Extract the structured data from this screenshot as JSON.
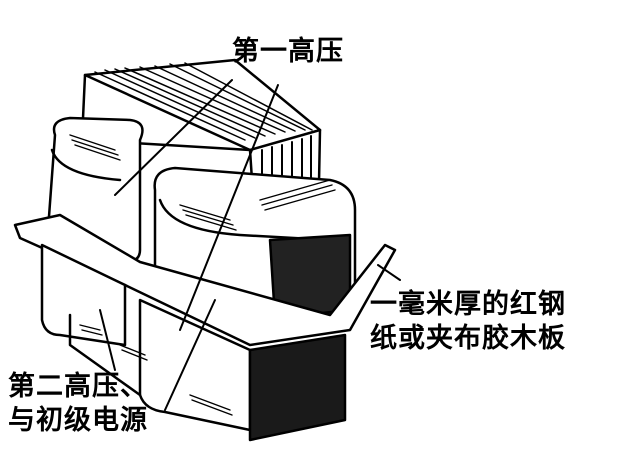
{
  "diagram": {
    "subject": "transformer with two high-voltage windings separated by an insulating board",
    "colors": {
      "ink": "#000000",
      "paper": "#ffffff"
    },
    "labels": {
      "first_high_voltage": "第一高压",
      "insulating_board_line1": "一毫米厚的红钢",
      "insulating_board_line2": "纸或夹布胶木板",
      "second_high_voltage_line1": "第二高压、",
      "second_high_voltage_line2": "与初级电源"
    }
  }
}
